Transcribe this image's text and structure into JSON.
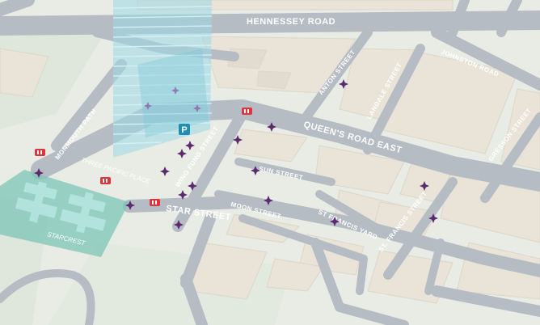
{
  "map": {
    "roads": {
      "hennessey": "HENNESSEY ROAD",
      "queens": "QUEEN'S ROAD EAST",
      "star": "STAR STREET",
      "johnston": "JOHNSTON ROAD",
      "anton": "ANTON STREET",
      "landale": "LANDALE STREET",
      "gresson": "GRESSON STREET",
      "wing_fung": "WING FUNG STREET",
      "sun": "SUN STREET",
      "moon": "MOON STREET",
      "st_francis_yard": "ST FRANCIS YARD",
      "st_francis_street": "ST. FRANCIS STREET",
      "monmouth": "MONMOUTH PATH"
    },
    "places": {
      "three_pacific": "THREE PACIFIC PLACE",
      "starcrest": "STARCREST"
    },
    "parking_label": "P",
    "colors": {
      "road": "#b6bcc4",
      "block": "#e9e3d8",
      "poi": "#5b2a6e",
      "restaurant": "#e0343c",
      "parking": "#1e8fb0",
      "tower": "#9ad8e6",
      "starcrest": "#7cc6b8"
    }
  }
}
